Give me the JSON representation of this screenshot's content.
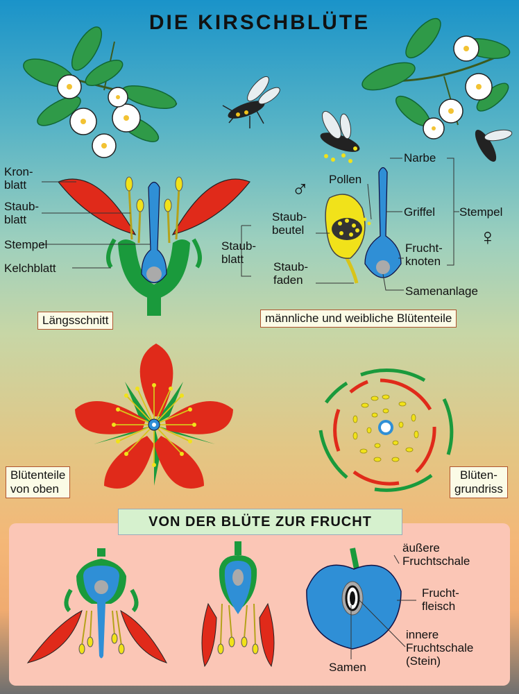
{
  "title": "DIE KIRSCHBLÜTE",
  "colors": {
    "petal": "#e02a1a",
    "green": "#1a9a3c",
    "blue": "#2f8fd6",
    "yellow": "#f1e21a",
    "ovule": "#aaaaaa"
  },
  "longitudinal": {
    "labels": {
      "kronblatt": "Kron-\nblatt",
      "staubblatt": "Staub-\nblatt",
      "stempel": "Stempel",
      "kelchblatt": "Kelchblatt"
    },
    "caption": "Längsschnitt"
  },
  "parts": {
    "labels": {
      "pollen": "Pollen",
      "narbe": "Narbe",
      "griffel": "Griffel",
      "stempel": "Stempel",
      "fruchtknoten": "Frucht-\nknoten",
      "samenanlage": "Samenanlage",
      "staubbeutel": "Staub-\nbeutel",
      "staubblatt": "Staub-\nblatt",
      "staubfaden": "Staub-\nfaden"
    },
    "male_symbol": "♂",
    "female_symbol": "♀",
    "caption": "männliche und weibliche Blütenteile"
  },
  "top_view": {
    "caption": "Blütenteile\nvon oben"
  },
  "floral_diagram": {
    "caption": "Blüten-\ngrundriss"
  },
  "fruit_section": {
    "title": "VON DER BLÜTE ZUR FRUCHT",
    "labels": {
      "aeussere": "äußere\nFruchtschale",
      "fleisch": "Frucht-\nfleisch",
      "innere": "innere\nFruchtschale\n(Stein)",
      "samen": "Samen"
    }
  }
}
